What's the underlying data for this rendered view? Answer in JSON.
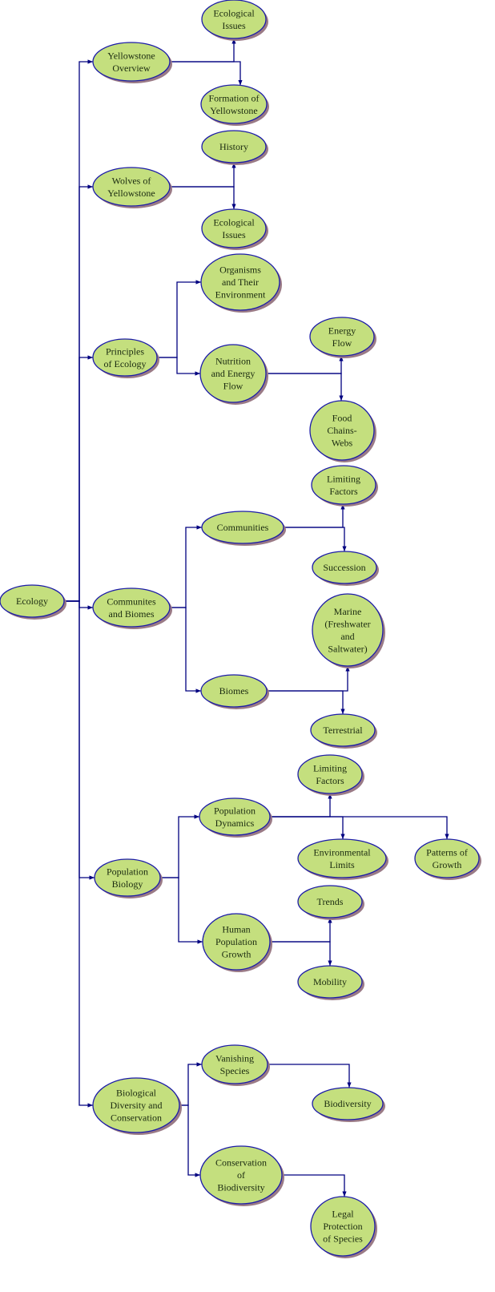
{
  "diagram": {
    "title": "Ecology",
    "colors": {
      "node_fill": "#c4df7e",
      "node_border": "#1c1ca8",
      "node_shadow": "#9a7a86",
      "connector": "#000080",
      "text": "#1a2a10"
    },
    "nodes": [
      {
        "id": "ecology",
        "lines": [
          "Ecology"
        ]
      },
      {
        "id": "yellowstone-overview",
        "lines": [
          "Yellowstone",
          "Overview"
        ]
      },
      {
        "id": "ecological-issues-1",
        "lines": [
          "Ecological",
          "Issues"
        ]
      },
      {
        "id": "formation-of-yellowstone",
        "lines": [
          "Formation of",
          "Yellowstone"
        ]
      },
      {
        "id": "wolves-of-yellowstone",
        "lines": [
          "Wolves of",
          "Yellowstone"
        ]
      },
      {
        "id": "history",
        "lines": [
          "History"
        ]
      },
      {
        "id": "ecological-issues-2",
        "lines": [
          "Ecological",
          "Issues"
        ]
      },
      {
        "id": "principles-of-ecology",
        "lines": [
          "Principles",
          "of Ecology"
        ]
      },
      {
        "id": "organisms-and-their-environment",
        "lines": [
          "Organisms",
          "and Their",
          "Environment"
        ]
      },
      {
        "id": "nutrition-and-energy-flow",
        "lines": [
          "Nutrition",
          "and Energy",
          "Flow"
        ]
      },
      {
        "id": "energy-flow",
        "lines": [
          "Energy",
          "Flow"
        ]
      },
      {
        "id": "food-chains-webs",
        "lines": [
          "Food",
          "Chains-",
          "Webs"
        ]
      },
      {
        "id": "communites-and-biomes",
        "lines": [
          "Communites",
          "and Biomes"
        ]
      },
      {
        "id": "communities",
        "lines": [
          "Communities"
        ]
      },
      {
        "id": "limiting-factors-1",
        "lines": [
          "Limiting",
          "Factors"
        ]
      },
      {
        "id": "succession",
        "lines": [
          "Succession"
        ]
      },
      {
        "id": "marine",
        "lines": [
          "Marine",
          "(Freshwater",
          "and",
          "Saltwater)"
        ]
      },
      {
        "id": "biomes",
        "lines": [
          "Biomes"
        ]
      },
      {
        "id": "terrestrial",
        "lines": [
          "Terrestrial"
        ]
      },
      {
        "id": "limiting-factors-2",
        "lines": [
          "Limiting",
          "Factors"
        ]
      },
      {
        "id": "population-dynamics",
        "lines": [
          "Population",
          "Dynamics"
        ]
      },
      {
        "id": "environmental-limits",
        "lines": [
          "Environmental",
          "Limits"
        ]
      },
      {
        "id": "patterns-of-growth",
        "lines": [
          "Patterns of",
          "Growth"
        ]
      },
      {
        "id": "population-biology",
        "lines": [
          "Population",
          "Biology"
        ]
      },
      {
        "id": "human-population-growth",
        "lines": [
          "Human",
          "Population",
          "Growth"
        ]
      },
      {
        "id": "trends",
        "lines": [
          "Trends"
        ]
      },
      {
        "id": "mobility",
        "lines": [
          "Mobility"
        ]
      },
      {
        "id": "biological-diversity-and-conservation",
        "lines": [
          "Biological",
          "Diversity and",
          "Conservation"
        ]
      },
      {
        "id": "vanishing-species",
        "lines": [
          "Vanishing",
          "Species"
        ]
      },
      {
        "id": "biodiversity",
        "lines": [
          "Biodiversity"
        ]
      },
      {
        "id": "conservation-of-biodiversity",
        "lines": [
          "Conservation",
          "of",
          "Biodiversity"
        ]
      },
      {
        "id": "legal-protection-of-species",
        "lines": [
          "Legal",
          "Protection",
          "of Species"
        ]
      }
    ],
    "edges": [
      {
        "from": "ecology",
        "to": "yellowstone-overview"
      },
      {
        "from": "ecology",
        "to": "wolves-of-yellowstone"
      },
      {
        "from": "ecology",
        "to": "principles-of-ecology"
      },
      {
        "from": "ecology",
        "to": "communites-and-biomes"
      },
      {
        "from": "ecology",
        "to": "population-biology"
      },
      {
        "from": "ecology",
        "to": "biological-diversity-and-conservation"
      },
      {
        "from": "yellowstone-overview",
        "to": "ecological-issues-1"
      },
      {
        "from": "yellowstone-overview",
        "to": "formation-of-yellowstone"
      },
      {
        "from": "wolves-of-yellowstone",
        "to": "history"
      },
      {
        "from": "wolves-of-yellowstone",
        "to": "ecological-issues-2"
      },
      {
        "from": "principles-of-ecology",
        "to": "organisms-and-their-environment"
      },
      {
        "from": "principles-of-ecology",
        "to": "nutrition-and-energy-flow"
      },
      {
        "from": "nutrition-and-energy-flow",
        "to": "energy-flow"
      },
      {
        "from": "nutrition-and-energy-flow",
        "to": "food-chains-webs"
      },
      {
        "from": "communites-and-biomes",
        "to": "communities"
      },
      {
        "from": "communites-and-biomes",
        "to": "biomes"
      },
      {
        "from": "communities",
        "to": "limiting-factors-1"
      },
      {
        "from": "communities",
        "to": "succession"
      },
      {
        "from": "biomes",
        "to": "marine"
      },
      {
        "from": "biomes",
        "to": "terrestrial"
      },
      {
        "from": "population-biology",
        "to": "population-dynamics"
      },
      {
        "from": "population-biology",
        "to": "human-population-growth"
      },
      {
        "from": "population-dynamics",
        "to": "limiting-factors-2"
      },
      {
        "from": "population-dynamics",
        "to": "environmental-limits"
      },
      {
        "from": "population-dynamics",
        "to": "patterns-of-growth"
      },
      {
        "from": "human-population-growth",
        "to": "trends"
      },
      {
        "from": "human-population-growth",
        "to": "mobility"
      },
      {
        "from": "biological-diversity-and-conservation",
        "to": "vanishing-species"
      },
      {
        "from": "biological-diversity-and-conservation",
        "to": "conservation-of-biodiversity"
      },
      {
        "from": "vanishing-species",
        "to": "biodiversity"
      },
      {
        "from": "conservation-of-biodiversity",
        "to": "legal-protection-of-species"
      }
    ]
  }
}
